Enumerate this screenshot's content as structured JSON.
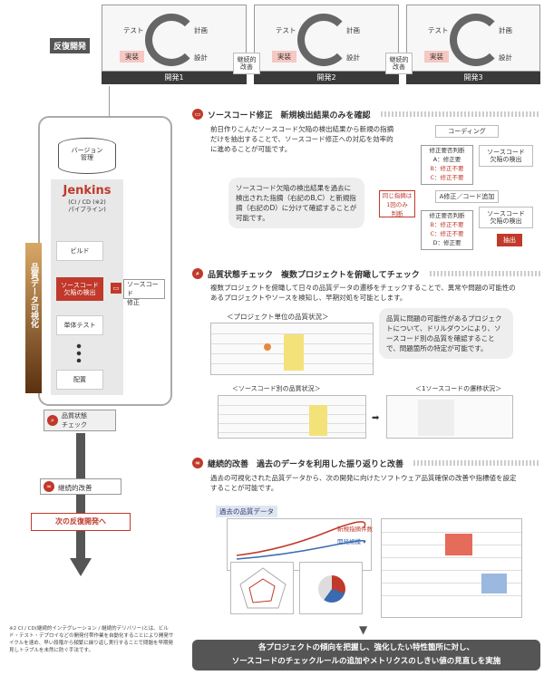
{
  "iteration": {
    "label": "反復開発",
    "loops": [
      {
        "test": "テスト",
        "plan": "計画",
        "impl": "実装",
        "design": "設計",
        "sprint": "開発1"
      },
      {
        "test": "テスト",
        "plan": "計画",
        "impl": "実装",
        "design": "設計",
        "sprint": "開発2"
      },
      {
        "test": "テスト",
        "plan": "計画",
        "impl": "実装",
        "design": "設計",
        "sprint": "開発3"
      }
    ],
    "connector": "継続的\n改善"
  },
  "pipeline": {
    "vcs": "バージョン\n管理",
    "jenkins": "Jenkins",
    "jenkins_sub": "(CI / CD (※2)\nパイプライン)",
    "side_label": "品質データ可視化",
    "build": "ビルド",
    "detect": "ソースコード\n欠陥の検出",
    "fix": "ソースコード\n修正",
    "unit_test": "単体テスト",
    "deploy": "配置",
    "quality_check": "品質状態\nチェック",
    "continuous": "継続的改善",
    "next": "次の反復開発へ"
  },
  "footnote": "※2 CI / CD(継続的インテグレーション / 継続的デリバリー)とは、ビルド・テスト・デプロイなどの開発付帯作業を自動化することにより開発サイクルを速め、早い段階から頻繁に繰り返し実行することで問題を早期発見しトラブルを未然に防ぐ手法です。",
  "sections": [
    {
      "title": "ソースコード修正　新規検出結果のみを確認",
      "body": "前日作りこんだソースコード欠陥の検出結果から新規の指摘だけを抽出することで、ソースコード修正への対応を効率的に進めることが可能です。",
      "callout": "ソースコード欠陥の検出結果を過去に検出された指摘（右記のB,C）と新規指摘（右記のD）に分けて確認することが可能です。",
      "flow": {
        "coding": "コーディング",
        "detect1": "ソースコード\n欠陥の検出",
        "judge": "修正要否判断",
        "items1": [
          "A：修正要",
          "B：修正不要",
          "C：修正不要"
        ],
        "fix": "A修正／コード追加",
        "same": "同じ指摘は\n1回のみ\n判断",
        "detect2": "ソースコード\n欠陥の検出",
        "items2": [
          "B：修正不要",
          "C：修正不要",
          "D：修正要"
        ],
        "extract": "抽出"
      }
    },
    {
      "title": "品質状態チェック　複数プロジェクトを俯瞰してチェック",
      "body": "複数プロジェクトを俯瞰して日々の品質データの遷移をチェックすることで、異常や問題の可能性のあるプロジェクトやソースを検知し、早期対処を可能とします。",
      "table_title": "＜プロジェクト単位の品質状況＞",
      "callout": "品質に問題の可能性があるプロジェクトについて、ドリルダウンにより、ソースコード別の品質を確認することで、問題箇所の特定が可能です。",
      "sub1": "＜ソースコード別の品質状況＞",
      "sub2": "＜1ソースコードの遷移状況＞"
    },
    {
      "title": "継続的改善　過去のデータを利用した振り返りと改善",
      "body": "過去の可視化された品質データから、次の開発に向けたソフトウェア品質確保の改善や指標値を設定することが可能です。",
      "past": "過去の品質データ",
      "legend1": "新規指摘件数",
      "legend2": "開発規模"
    }
  ],
  "conclusion": "各プロジェクトの傾向を把握し、強化したい特性箇所に対し、\nソースコードのチェックルールの追加やメトリクスのしきい値の見直しを実施",
  "colors": {
    "accent": "#c0392b",
    "dark": "#3a3a3a",
    "jenkins": "#c0392b"
  }
}
